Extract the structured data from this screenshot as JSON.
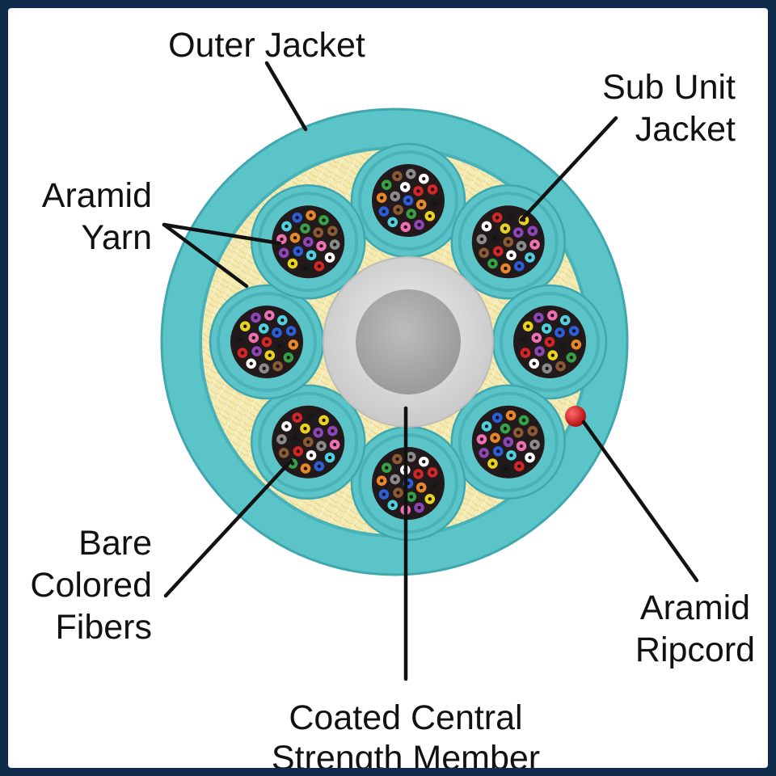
{
  "labels": {
    "outer_jacket": "Outer Jacket",
    "sub_unit_jacket": [
      "Sub Unit",
      "Jacket"
    ],
    "aramid_yarn": [
      "Aramid",
      "Yarn"
    ],
    "bare_colored_fibers": [
      "Bare",
      "Colored",
      "Fibers"
    ],
    "coated_central_strength_member": [
      "Coated Central",
      "Strength Member"
    ],
    "aramid_ripcord": [
      "Aramid",
      "Ripcord"
    ]
  },
  "colors": {
    "frame_border": "#102a4c",
    "outer_jacket": "#5bc4c9",
    "outer_jacket_dark": "#3fa7ad",
    "aramid_yarn": "#f4eab2",
    "sub_unit_jacket": "#5bc4c9",
    "fiber_bundle_core": "#221a1a",
    "central_member_coating": "#d9d9d9",
    "central_member_core": "#a9a9a9",
    "ripcord": "#d61f1f"
  },
  "cable": {
    "sub_unit_count": 8,
    "fiber_colors": [
      "#2b5fd9",
      "#e8862a",
      "#35a045",
      "#8a5a34",
      "#8a8a8a",
      "#ffffff",
      "#d32626",
      "#1a1a1a",
      "#e8d21f",
      "#8e45b8",
      "#ee6fb2",
      "#4fd0e0"
    ]
  }
}
